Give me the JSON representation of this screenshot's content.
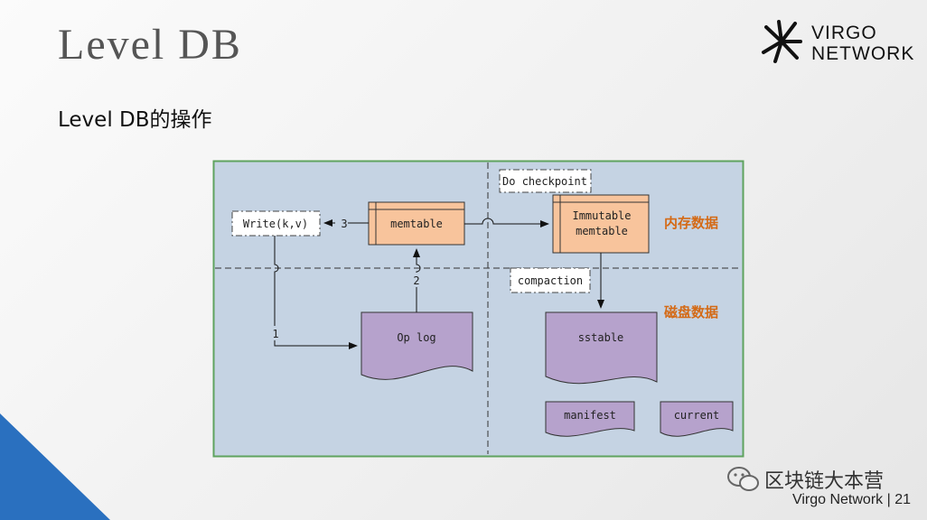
{
  "header": {
    "title": "Level DB",
    "subtitle": "Level DB的操作"
  },
  "logo": {
    "line1": "VIRGO",
    "line2": "NETWORK"
  },
  "diagram": {
    "write_label": "Write(k,v)",
    "memtable_label": "memtable",
    "immutable_line1": "Immutable",
    "immutable_line2": "memtable",
    "checkpoint_label": "Do checkpoint",
    "compaction_label": "compaction",
    "oplog_label": "Op log",
    "sstable_label": "sstable",
    "manifest_label": "manifest",
    "current_label": "current",
    "memory_zone": "内存数据",
    "disk_zone": "磁盘数据",
    "step1": "1",
    "step2": "2",
    "step3": "3"
  },
  "watermark": "区块链大本营",
  "footer": "Virgo Network | 21",
  "colors": {
    "diagram_bg": "#c5d3e3",
    "memtable_fill": "#f8c49c",
    "file_fill": "#b6a2cc",
    "zone_label": "#d46a16",
    "corner_accent": "#2a70bf"
  }
}
